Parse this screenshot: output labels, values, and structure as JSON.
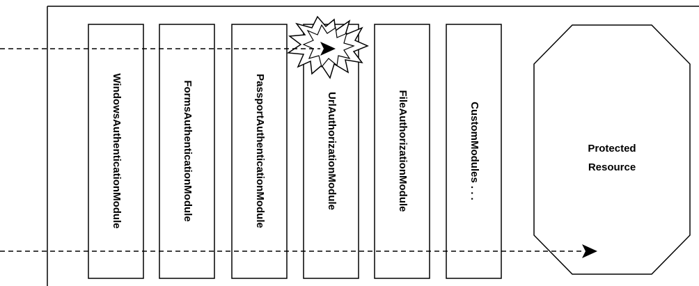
{
  "diagram": {
    "modules": [
      {
        "label": "WindowsAuthenticationModule"
      },
      {
        "label": "FormsAuthenticationModule"
      },
      {
        "label": "PassportAuthenticationModule"
      },
      {
        "label": "UrlAuthorizationModule"
      },
      {
        "label": "FileAuthorizationModule"
      },
      {
        "label": "CustomModules . . ."
      }
    ],
    "resource": {
      "line1": "Protected",
      "line2": "Resource"
    }
  }
}
